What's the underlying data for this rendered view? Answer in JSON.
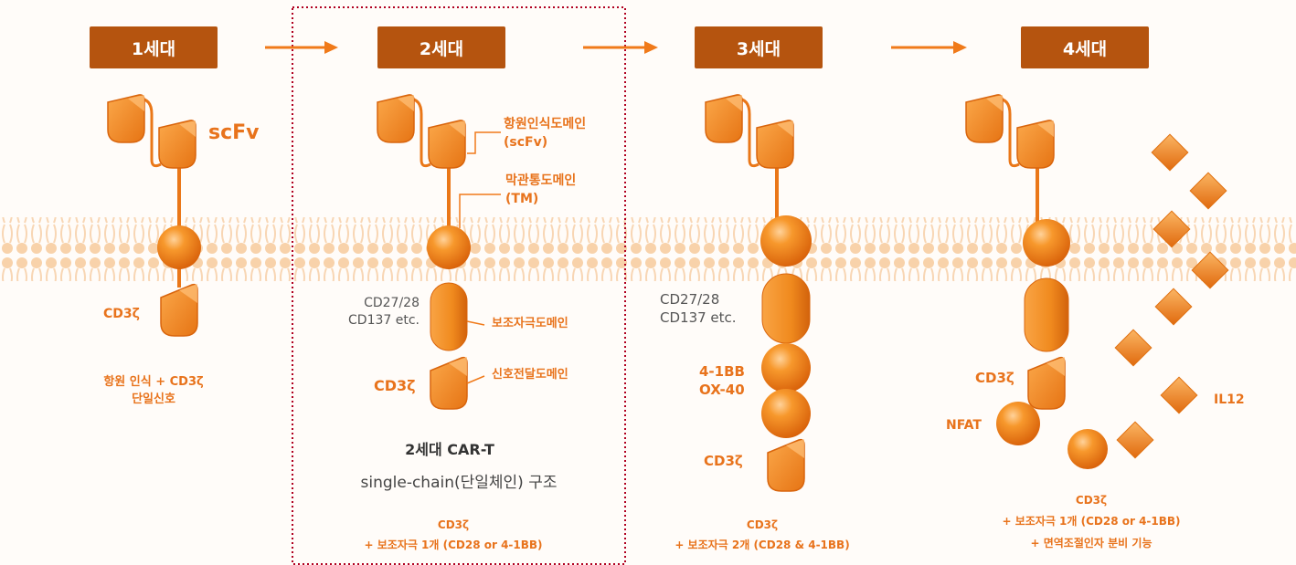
{
  "generations": [
    {
      "label": "1세대"
    },
    {
      "label": "2세대"
    },
    {
      "label": "3세대"
    },
    {
      "label": "4세대"
    }
  ],
  "gen1": {
    "scfv": "scFv",
    "cd3z": "CD3ζ",
    "desc_line1": "항원 인식 + CD3ζ",
    "desc_line2": "단일신호"
  },
  "gen2": {
    "antigen_domain": "항원인식도메인",
    "antigen_domain_abbr": "(scFv)",
    "tm_domain": "막관통도메인",
    "tm_domain_abbr": "(TM)",
    "costim_names_1": "CD27/28",
    "costim_names_2": "CD137 etc.",
    "costim_domain": "보조자극도메인",
    "cd3z": "CD3ζ",
    "signal_domain": "신호전달도메인",
    "caption_title": "2세대 CAR-T",
    "caption_sub": "single-chain(단일체인) 구조",
    "desc_line1": "CD3ζ",
    "desc_line2": "+ 보조자극 1개 (CD28 or 4-1BB)"
  },
  "gen3": {
    "costim_names_1": "CD27/28",
    "costim_names_2": "CD137 etc.",
    "costim_a": "4-1BB",
    "costim_b": "OX-40",
    "cd3z": "CD3ζ",
    "desc_line1": "CD3ζ",
    "desc_line2": "+ 보조자극 2개 (CD28 & 4-1BB)"
  },
  "gen4": {
    "cd3z": "CD3ζ",
    "nfat": "NFAT",
    "il12": "IL12",
    "desc_line1": "CD3ζ",
    "desc_line2": "+ 보조자극 1개 (CD28 or 4-1BB)",
    "desc_line3": "+ 면역조절인자 분비 기능"
  },
  "colors": {
    "brand_brown": "#b5540f",
    "orange": "#f08a1e",
    "orange_dark": "#d2620c",
    "label_orange": "#e8731c",
    "membrane": "#f6c99a",
    "highlight_box": "#b00020"
  }
}
